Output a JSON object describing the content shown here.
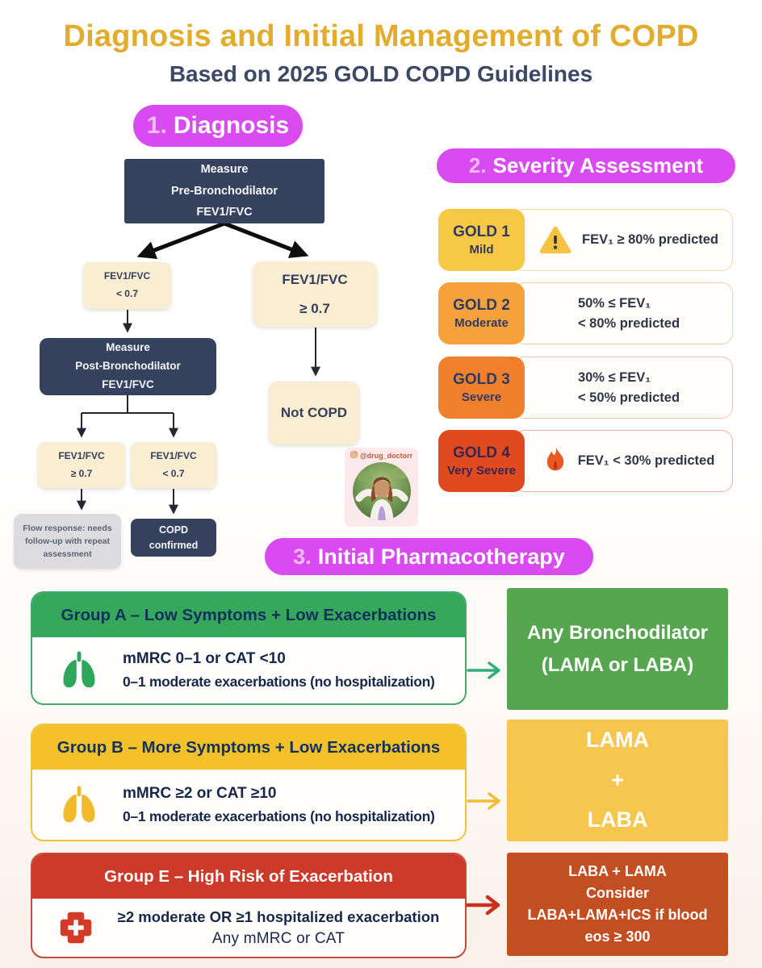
{
  "header": {
    "title": "Diagnosis and Initial Management of COPD",
    "subtitle": "Based on 2025 GOLD COPD Guidelines"
  },
  "sections": {
    "diagnosis": {
      "number": "1.",
      "label": "Diagnosis"
    },
    "severity": {
      "number": "2.",
      "label": "Severity Assessment"
    },
    "pharmacotherapy": {
      "number": "3.",
      "label": "Initial Pharmacotherapy"
    }
  },
  "flowchart": {
    "pre": "Measure\nPre-Bronchodilator\nFEV1/FVC",
    "low1": "FEV1/FVC\n< 0.7",
    "high1": "FEV1/FVC\n≥ 0.7",
    "post": "Measure\nPost-Bronchodilator\nFEV1/FVC",
    "not_copd": "Not COPD",
    "high2": "FEV1/FVC\n≥ 0.7",
    "low2": "FEV1/FVC\n< 0.7",
    "flow_response": "Flow response: needs follow-up with repeat assessment",
    "confirmed": "COPD\nconfirmed"
  },
  "severity_rows": [
    {
      "grade": "GOLD 1",
      "label": "Mild",
      "criteria": "FEV₁ ≥ 80% predicted",
      "icon": "warning-icon",
      "color": "#F7C843"
    },
    {
      "grade": "GOLD 2",
      "label": "Moderate",
      "criteria": "50% ≤ FEV₁\n< 80% predicted",
      "icon": "",
      "color": "#F6A23C"
    },
    {
      "grade": "GOLD 3",
      "label": "Severe",
      "criteria": "30% ≤ FEV₁\n< 50% predicted",
      "icon": "",
      "color": "#F0802C"
    },
    {
      "grade": "GOLD 4",
      "label": "Very Severe",
      "criteria": "FEV₁ < 30% predicted",
      "icon": "fire-icon",
      "color": "#E14A1E"
    }
  ],
  "groups": [
    {
      "name": "Group A – Low Symptoms + Low Exacerbations",
      "line1": "mMRC 0–1 or CAT <10",
      "line2": "0–1 moderate exacerbations (no hospitalization)",
      "icon": "lungs-icon",
      "color": "#35A85C",
      "result": "Any Bronchodilator\n(LAMA or LABA)",
      "result_color": "#55A64F"
    },
    {
      "name": "Group B – More Symptoms + Low Exacerbations",
      "line1": "mMRC ≥2 or CAT ≥10",
      "line2": "0–1 moderate exacerbations (no hospitalization)",
      "icon": "lungs-icon",
      "color": "#F5C12B",
      "result": "LAMA\n+\nLABA",
      "result_color": "#F7C64E"
    },
    {
      "name": "Group E – High Risk of Exacerbation",
      "line1": "≥2 moderate OR ≥1 hospitalized exacerbation",
      "line2": "Any mMRC or CAT",
      "icon": "medical-cross-icon",
      "color": "#CD3A2A",
      "result": "LABA + LAMA\nConsider\nLABA+LAMA+ICS if blood\neos ≥ 300",
      "result_color": "#C24E22"
    }
  ],
  "watermark": {
    "handle": "@drug_doctorr"
  },
  "colors": {
    "title_gold": "#E2AC2D",
    "subtitle_navy": "#3D4865",
    "section_pill_magenta": "#D94BF0",
    "navy_box": "#36415D",
    "cream_box": "#FAEED2",
    "gray_box": "#DCDCE0",
    "arrow_black": "#0E0E10",
    "arrow_green": "#2FAE7A",
    "arrow_yellow": "#F2BC33",
    "arrow_red": "#CB2F1D"
  }
}
